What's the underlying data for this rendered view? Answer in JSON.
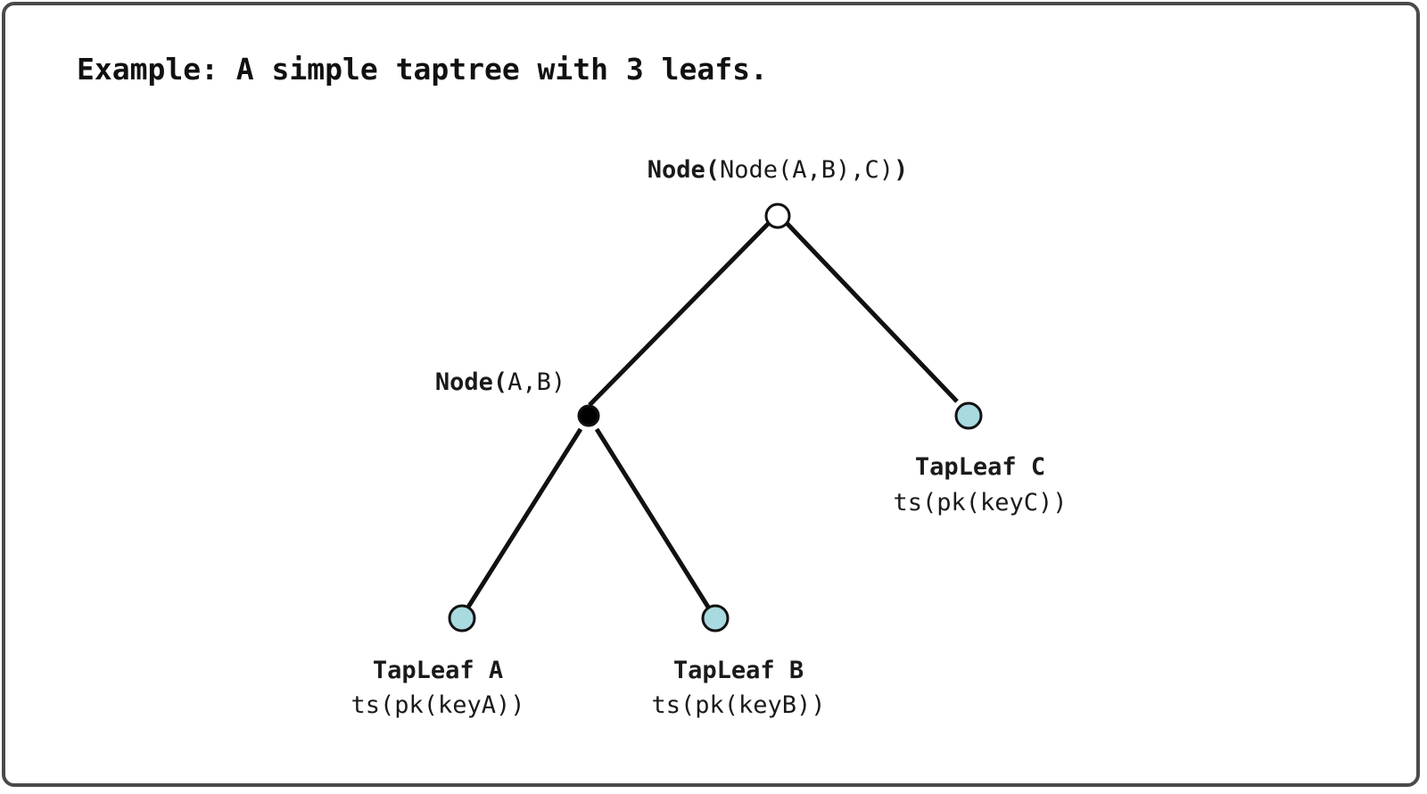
{
  "title": "Example: A simple taptree with 3 leafs.",
  "colors": {
    "edge": "#111111",
    "root_node_fill": "#ffffff",
    "inner_node_fill": "#000000",
    "leaf_fill": "#a8dadf",
    "frame_border": "#4a4a4a"
  },
  "nodes": {
    "root": {
      "label_bold": "Node(",
      "label_rest": "Node(A,B),C)",
      "label_close": ")"
    },
    "inner": {
      "label_bold": "Node(",
      "label_rest": "A,B)"
    },
    "leaf_a": {
      "name": "TapLeaf A",
      "script": "ts(pk(keyA))"
    },
    "leaf_b": {
      "name": "TapLeaf B",
      "script": "ts(pk(keyB))"
    },
    "leaf_c": {
      "name": "TapLeaf C",
      "script": "ts(pk(keyC))"
    }
  }
}
